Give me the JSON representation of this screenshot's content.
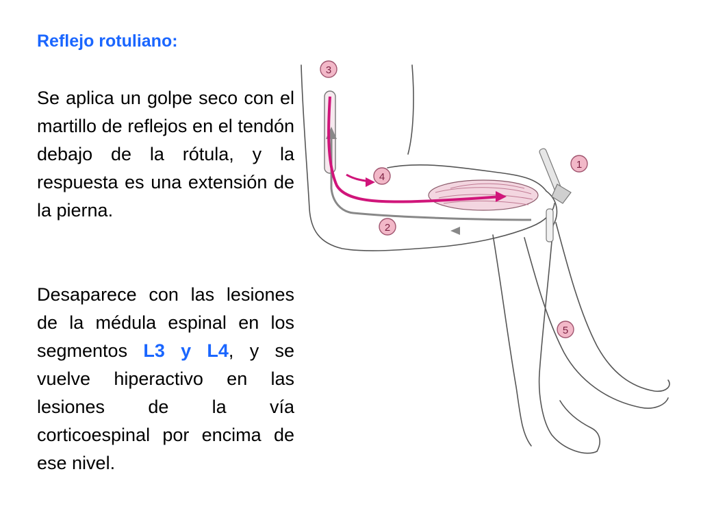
{
  "slide": {
    "title": "Reflejo rotuliano:",
    "paragraph1": "Se aplica un golpe seco con el martillo de reflejos en el tendón debajo de la rótula, y la respuesta es una extensión de la pierna.",
    "paragraph2": {
      "before": "Desaparece con las lesiones de la médula espinal en los segmentos ",
      "highlight": "L3 y L4",
      "after": ", y se vuelve hiperactivo en las lesiones de la vía corticoespinal por encima de ese nivel."
    }
  },
  "figure": {
    "markers": [
      {
        "label": "1"
      },
      {
        "label": "2"
      },
      {
        "label": "3"
      },
      {
        "label": "4"
      },
      {
        "label": "5"
      }
    ]
  },
  "colors": {
    "title": "#1a66ff",
    "highlight": "#1a66ff",
    "pathway": "#d0157a",
    "marker": "#f2b8c8"
  }
}
